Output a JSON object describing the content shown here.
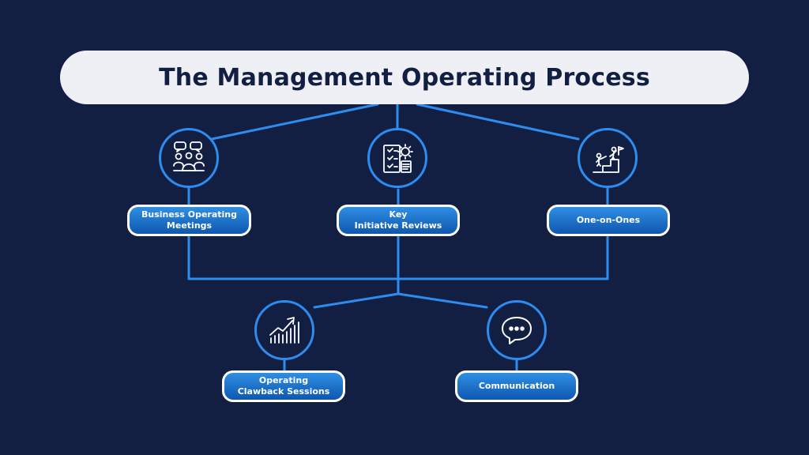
{
  "title": "The Management Operating Process",
  "colors": {
    "background": "#121f42",
    "line": "#2d8cf0",
    "pill_top": "#2f8fe3",
    "pill_bottom": "#0f57b0",
    "title_bar": "#eef0f5"
  },
  "nodes": [
    {
      "label_line1": "Business Operating",
      "label_line2": "Meetings",
      "icon": "meeting-people-icon"
    },
    {
      "label_line1": "Key",
      "label_line2": "Initiative Reviews",
      "icon": "checklist-gear-icon"
    },
    {
      "label_line1": "One-on-Ones",
      "label_line2": "",
      "icon": "stair-climb-mentoring-icon"
    },
    {
      "label_line1": "Operating",
      "label_line2": "Clawback Sessions",
      "icon": "growth-bar-chart-icon"
    },
    {
      "label_line1": "Communication",
      "label_line2": "",
      "icon": "chat-bubble-icon"
    }
  ]
}
